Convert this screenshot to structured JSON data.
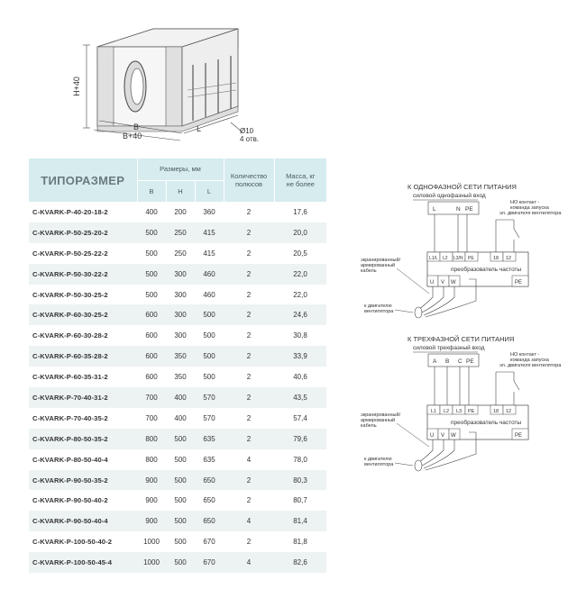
{
  "drawing": {
    "dim_height": "H+40",
    "dim_b": "B",
    "dim_b40": "B+40",
    "dim_l": "L",
    "hole_diameter": "Ø10",
    "hole_count": "4 отв."
  },
  "table": {
    "title": "ТИПОРАЗМЕР",
    "dimensions_header": "Размеры, мм",
    "poles_header": [
      "Количество",
      "полюсов"
    ],
    "mass_header": [
      "Масса, кг",
      "не более"
    ],
    "sub_headers": [
      "B",
      "H",
      "L"
    ],
    "rows": [
      {
        "model": "C-KVARK-P-40-20-18-2",
        "b": "400",
        "h": "200",
        "l": "360",
        "poles": "2",
        "mass": "17,6"
      },
      {
        "model": "C-KVARK-P-50-25-20-2",
        "b": "500",
        "h": "250",
        "l": "415",
        "poles": "2",
        "mass": "20,0"
      },
      {
        "model": "C-KVARK-P-50-25-22-2",
        "b": "500",
        "h": "250",
        "l": "415",
        "poles": "2",
        "mass": "20,5"
      },
      {
        "model": "C-KVARK-P-50-30-22-2",
        "b": "500",
        "h": "300",
        "l": "460",
        "poles": "2",
        "mass": "22,0"
      },
      {
        "model": "C-KVARK-P-50-30-25-2",
        "b": "500",
        "h": "300",
        "l": "460",
        "poles": "2",
        "mass": "22,0"
      },
      {
        "model": "C-KVARK-P-60-30-25-2",
        "b": "600",
        "h": "300",
        "l": "500",
        "poles": "2",
        "mass": "24,6"
      },
      {
        "model": "C-KVARK-P-60-30-28-2",
        "b": "600",
        "h": "300",
        "l": "500",
        "poles": "2",
        "mass": "30,8"
      },
      {
        "model": "C-KVARK-P-60-35-28-2",
        "b": "600",
        "h": "350",
        "l": "500",
        "poles": "2",
        "mass": "33,9"
      },
      {
        "model": "C-KVARK-P-60-35-31-2",
        "b": "600",
        "h": "350",
        "l": "500",
        "poles": "2",
        "mass": "40,6"
      },
      {
        "model": "C-KVARK-P-70-40-31-2",
        "b": "700",
        "h": "400",
        "l": "570",
        "poles": "2",
        "mass": "43,5"
      },
      {
        "model": "C-KVARK-P-70-40-35-2",
        "b": "700",
        "h": "400",
        "l": "570",
        "poles": "2",
        "mass": "57,4"
      },
      {
        "model": "C-KVARK-P-80-50-35-2",
        "b": "800",
        "h": "500",
        "l": "635",
        "poles": "2",
        "mass": "79,6"
      },
      {
        "model": "C-KVARK-P-80-50-40-4",
        "b": "800",
        "h": "500",
        "l": "635",
        "poles": "4",
        "mass": "78,0"
      },
      {
        "model": "C-KVARK-P-90-50-35-2",
        "b": "900",
        "h": "500",
        "l": "650",
        "poles": "2",
        "mass": "80,3"
      },
      {
        "model": "C-KVARK-P-90-50-40-2",
        "b": "900",
        "h": "500",
        "l": "650",
        "poles": "2",
        "mass": "80,7"
      },
      {
        "model": "C-KVARK-P-90-50-40-4",
        "b": "900",
        "h": "500",
        "l": "650",
        "poles": "4",
        "mass": "81,4"
      },
      {
        "model": "C-KVARK-P-100-50-40-2",
        "b": "1000",
        "h": "500",
        "l": "670",
        "poles": "2",
        "mass": "81,8"
      },
      {
        "model": "C-KVARK-P-100-50-45-4",
        "b": "1000",
        "h": "500",
        "l": "670",
        "poles": "4",
        "mass": "82,6"
      }
    ]
  },
  "single_phase": {
    "title": "К ОДНОФАЗНОЙ СЕТИ ПИТАНИЯ",
    "subtitle": "силовой однофазный вход",
    "input_terminals": [
      "L",
      "N",
      "PE"
    ],
    "contact_label": [
      "НО контакт -",
      "команда запуска",
      "эл. двигателя вентилятора"
    ],
    "block_terminals": [
      "L1/L",
      "L2",
      "L3/N",
      "PE"
    ],
    "control_terminals": [
      "18",
      "12"
    ],
    "converter_label": "преобразователь частоты",
    "output_terminals": [
      "U",
      "V",
      "W"
    ],
    "output_pe": "PE",
    "cable_label": [
      "экранированный/",
      "армированный",
      "кабель"
    ],
    "motor_label": [
      "к двигателю",
      "вентилятора"
    ]
  },
  "three_phase": {
    "title": "К ТРЕХФАЗНОЙ СЕТИ ПИТАНИЯ",
    "subtitle": "силовой трехфазный вход",
    "input_terminals": [
      "A",
      "B",
      "C",
      "PE"
    ],
    "contact_label": [
      "НО контакт -",
      "команда запуска",
      "эл. двигателя вентилятора"
    ],
    "block_terminals": [
      "L1",
      "L2",
      "L3",
      "PE"
    ],
    "control_terminals": [
      "18",
      "12"
    ],
    "converter_label": "преобразователь частоты",
    "output_terminals": [
      "U",
      "V",
      "W"
    ],
    "output_pe": "PE",
    "cable_label": [
      "экранированный/",
      "армированный",
      "кабель"
    ],
    "motor_label": [
      "к двигателю",
      "вентилятора"
    ]
  }
}
